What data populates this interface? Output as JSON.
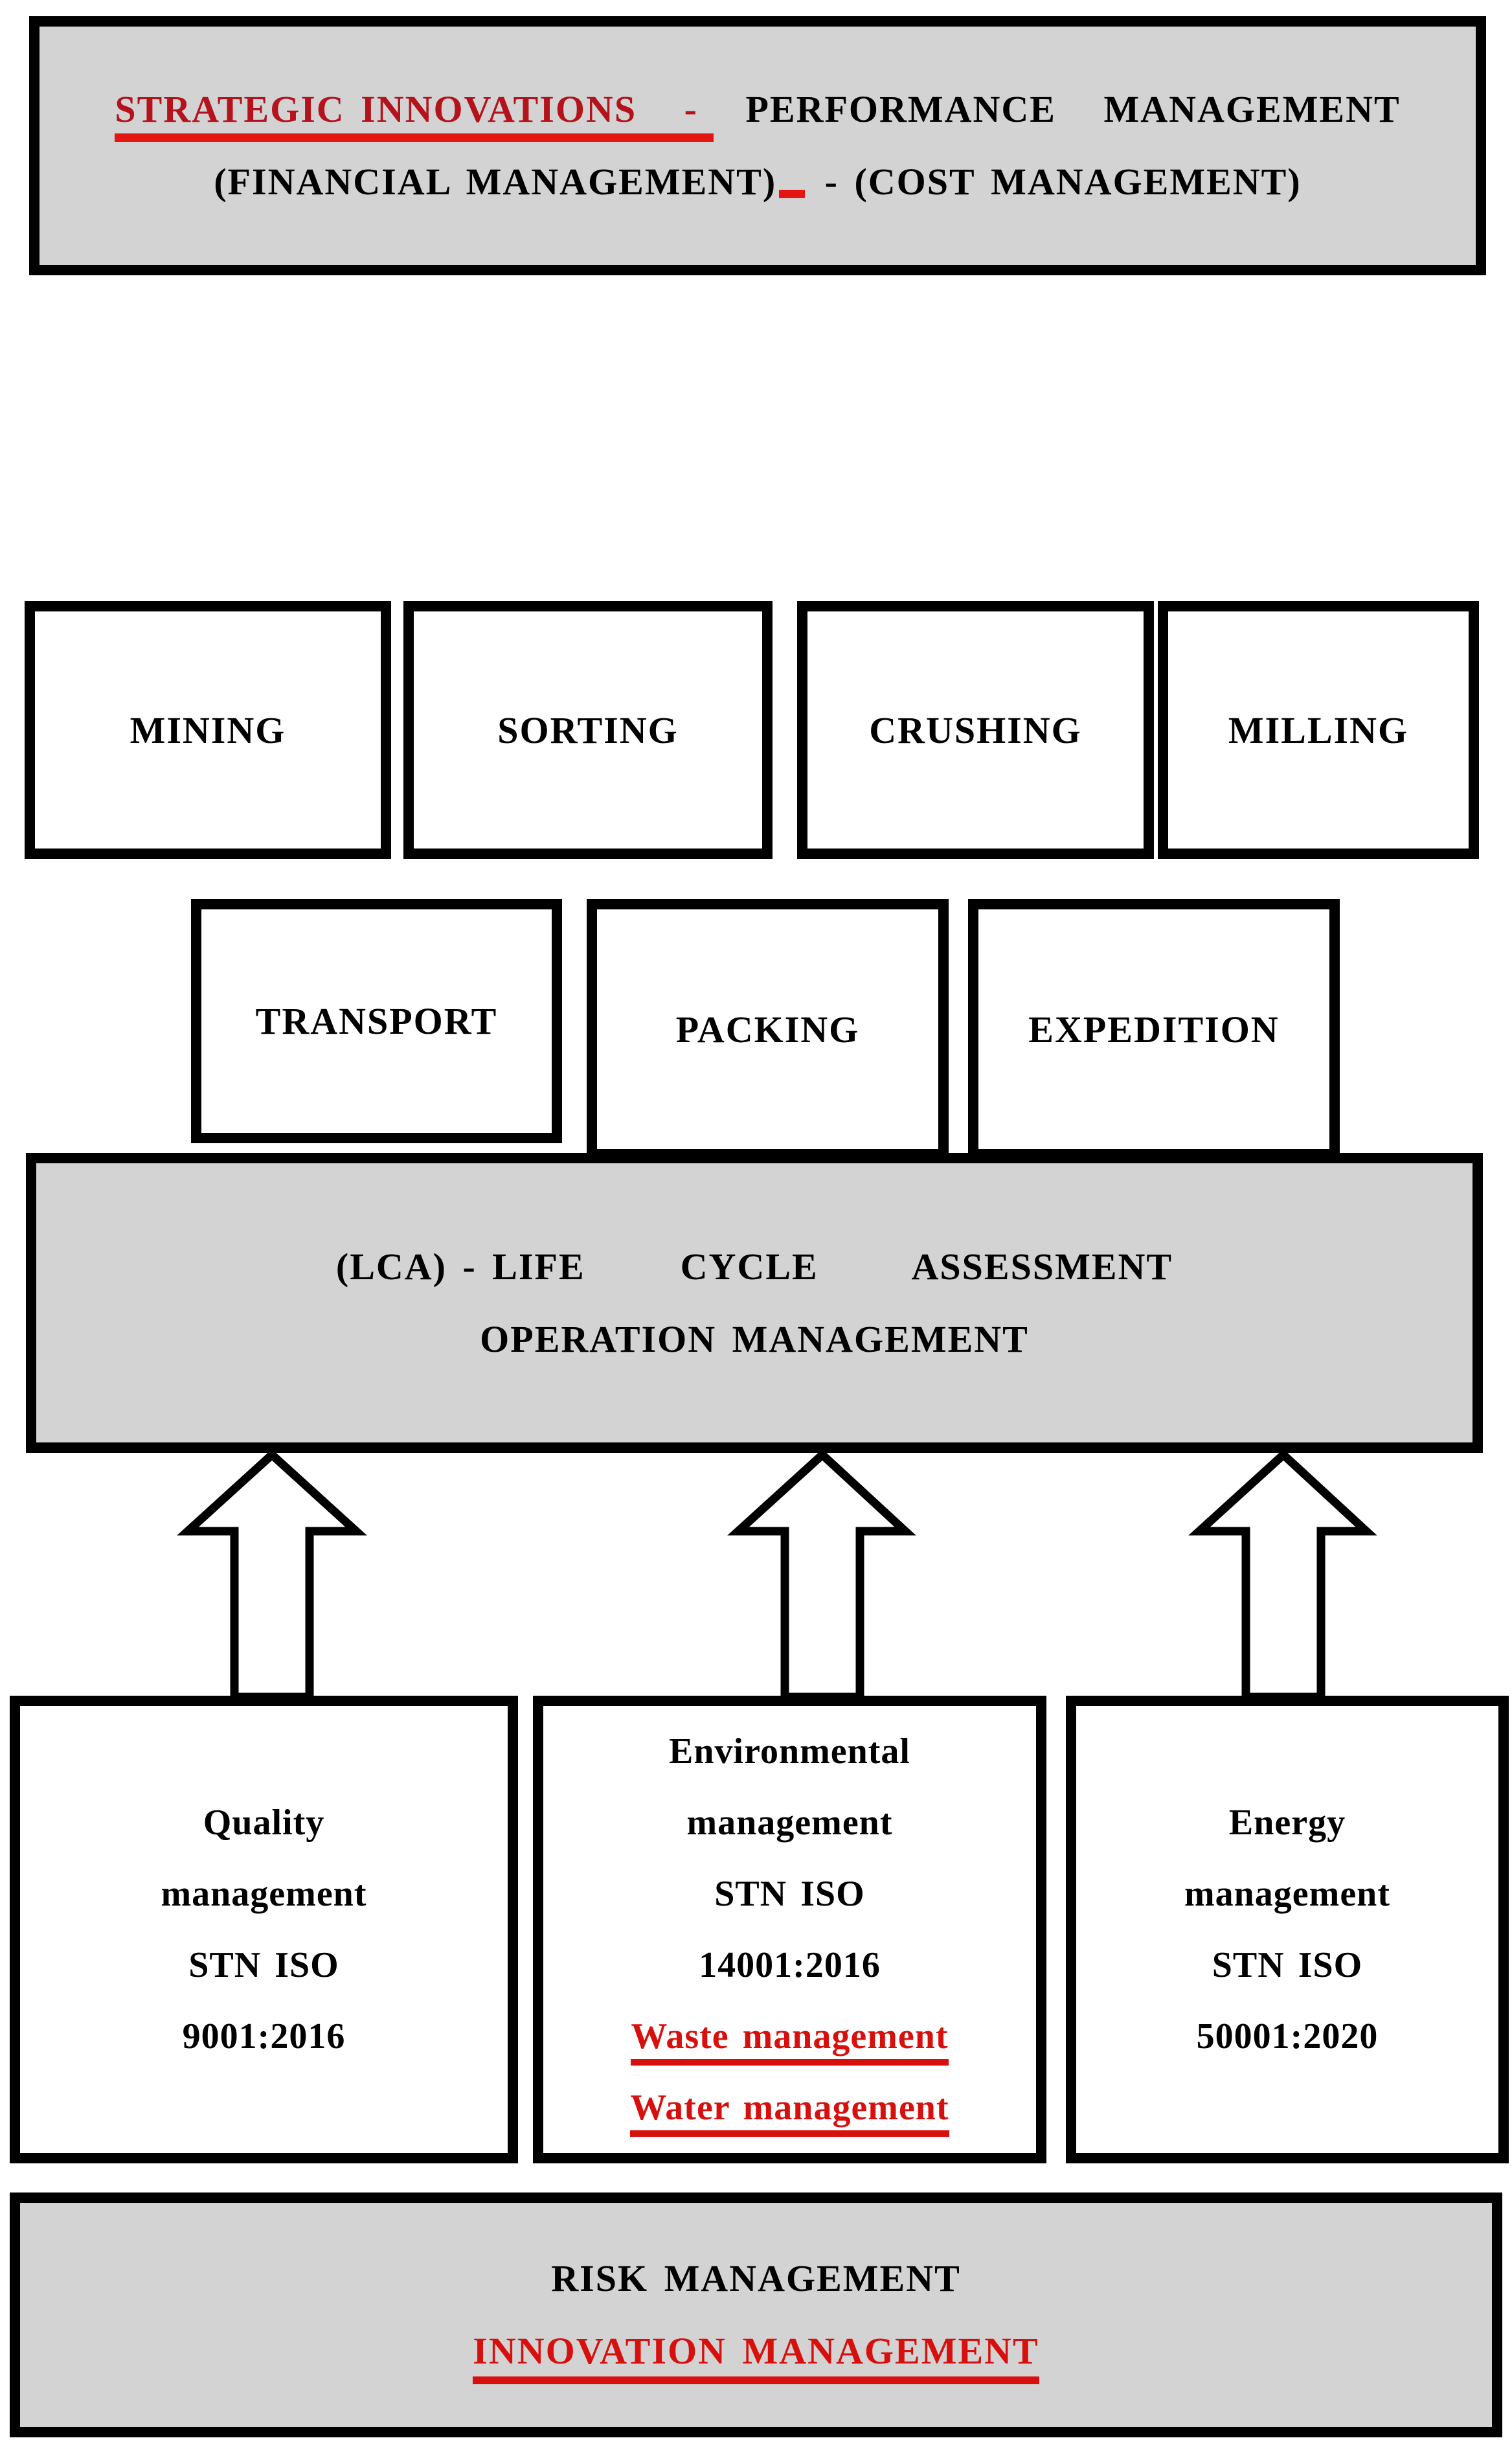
{
  "colors": {
    "gray": "#d3d3d3",
    "border": "#000000",
    "red_text": "#b5131c",
    "red_underline": "#e41613",
    "red_bright": "#d8100d"
  },
  "top_banner": {
    "line1_red": "STRATEGIC INNOVATIONS   - ",
    "line1_black": "  PERFORMANCE   MANAGEMENT",
    "line2_left": "(FINANCIAL MANAGEMENT)",
    "line2_right": " - (COST MANAGEMENT)"
  },
  "process_row1": [
    "MINING",
    "SORTING",
    "CRUSHING",
    "MILLING"
  ],
  "process_row2": [
    "TRANSPORT",
    "PACKING",
    "EXPEDITION"
  ],
  "lca_box": {
    "line1": "(LCA) - LIFE      CYCLE      ASSESSMENT",
    "line2": "OPERATION MANAGEMENT"
  },
  "management_boxes": {
    "quality": {
      "lines": [
        "Quality",
        "management",
        "STN ISO",
        "9001:2016"
      ]
    },
    "environmental": {
      "lines": [
        "Environmental",
        "management",
        "STN ISO",
        "14001:2016"
      ],
      "red_lines": [
        "Waste management",
        "Water management"
      ]
    },
    "energy": {
      "lines": [
        "Energy",
        "management",
        "STN ISO",
        "50001:2020"
      ]
    }
  },
  "bottom_banner": {
    "line1": "RISK MANAGEMENT",
    "line2": "INNOVATION MANAGEMENT"
  }
}
